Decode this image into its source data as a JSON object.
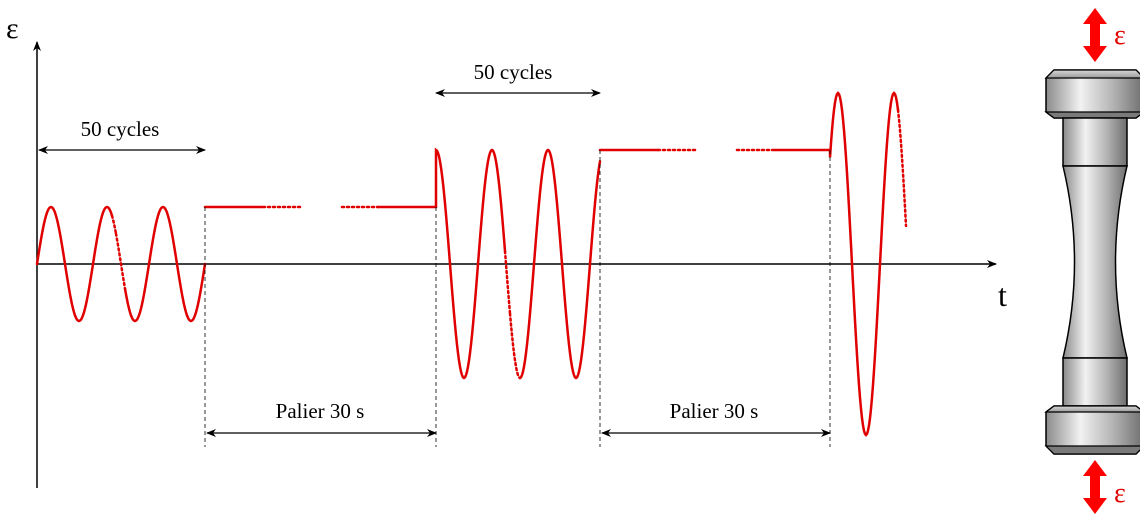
{
  "diagram": {
    "y_axis_label": "ε",
    "x_axis_label": "t",
    "span_labels": {
      "cycles_block_1": "50 cycles",
      "cycles_block_2": "50 cycles",
      "hold_1": "Palier 30 s",
      "hold_2": "Palier 30 s"
    },
    "specimen": {
      "top_strain_label": "ε",
      "bottom_strain_label": "ε"
    },
    "colors": {
      "signal": "#e00000",
      "axes": "#000000",
      "arrow": "#ff0000",
      "specimen_body": "#b8b8b8"
    }
  }
}
